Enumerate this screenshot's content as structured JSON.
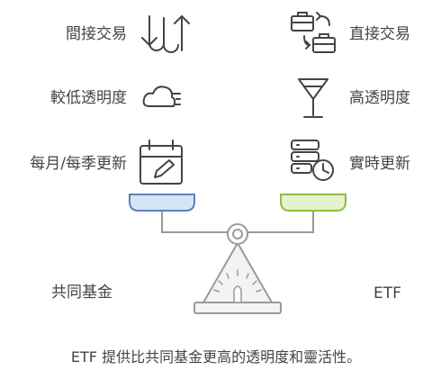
{
  "left_side": {
    "title": "共同基金",
    "features": [
      {
        "text": "間接交易",
        "icon": "up-down-arrows-icon"
      },
      {
        "text": "較低透明度",
        "icon": "cloud-icon"
      },
      {
        "text": "每月/每季更新",
        "icon": "calendar-edit-icon"
      }
    ]
  },
  "right_side": {
    "title": "ETF",
    "features": [
      {
        "text": "直接交易",
        "icon": "briefcase-exchange-icon"
      },
      {
        "text": "高透明度",
        "icon": "glass-icon"
      },
      {
        "text": "實時更新",
        "icon": "server-clock-icon"
      }
    ]
  },
  "caption": "ETF 提供比共同基金更高的透明度和靈活性。",
  "colors": {
    "left_pan": "#d6e4f6",
    "left_pan_stroke": "#5b7fc0",
    "right_pan": "#e5f2cd",
    "right_pan_stroke": "#8cbf3f",
    "scale": "#999999"
  }
}
